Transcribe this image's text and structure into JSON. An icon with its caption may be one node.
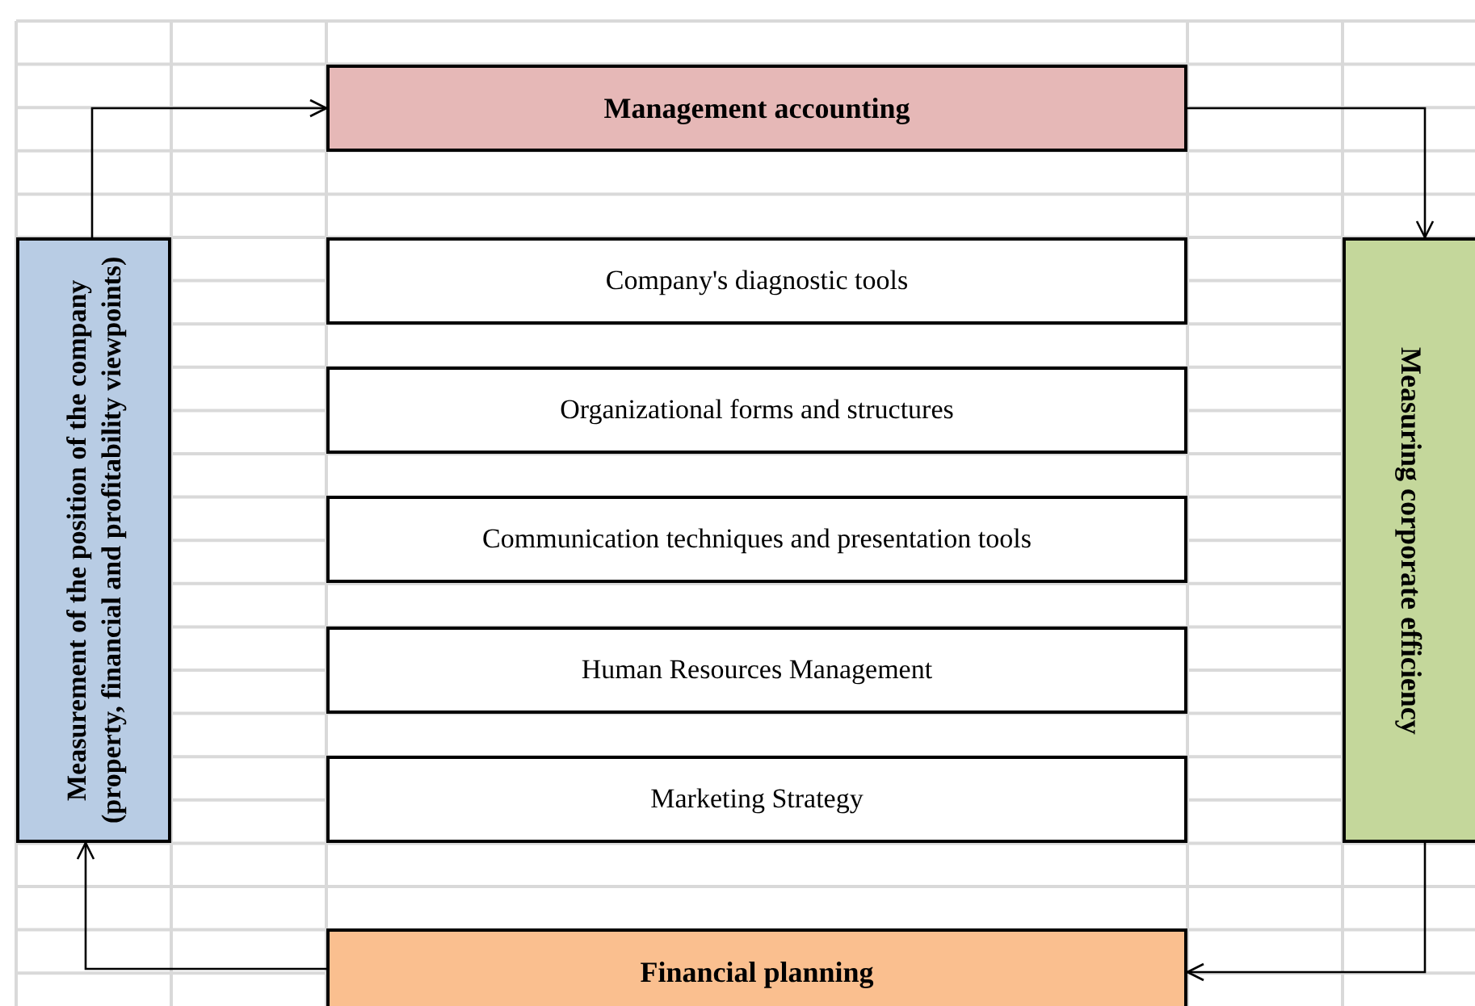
{
  "diagram": {
    "nodes": [
      {
        "text": [
          "Management accounting"
        ]
      },
      {
        "text": [
          "Measurement of the position of the company (property, financial and profitability viewpoints)"
        ]
      },
      {
        "text": [
          "Company's diagnostic tools"
        ]
      },
      {
        "text": [
          "Organizational forms and structures"
        ]
      },
      {
        "text": [
          "Communication techniques and presentation tools"
        ]
      },
      {
        "text": [
          "Human Resources Management"
        ]
      },
      {
        "text": [
          "Marketing Strategy"
        ]
      },
      {
        "text": [
          "Measuring corporate efficiency"
        ]
      },
      {
        "text": [
          "Financial planning"
        ]
      }
    ],
    "edges": [
      {
        "from": 1,
        "to": 0,
        "arrow": "to"
      },
      {
        "from": 0,
        "to": 7,
        "arrow": "to"
      },
      {
        "from": 7,
        "to": 8,
        "arrow": "to"
      },
      {
        "from": 8,
        "to": 1,
        "arrow": "to"
      }
    ]
  }
}
